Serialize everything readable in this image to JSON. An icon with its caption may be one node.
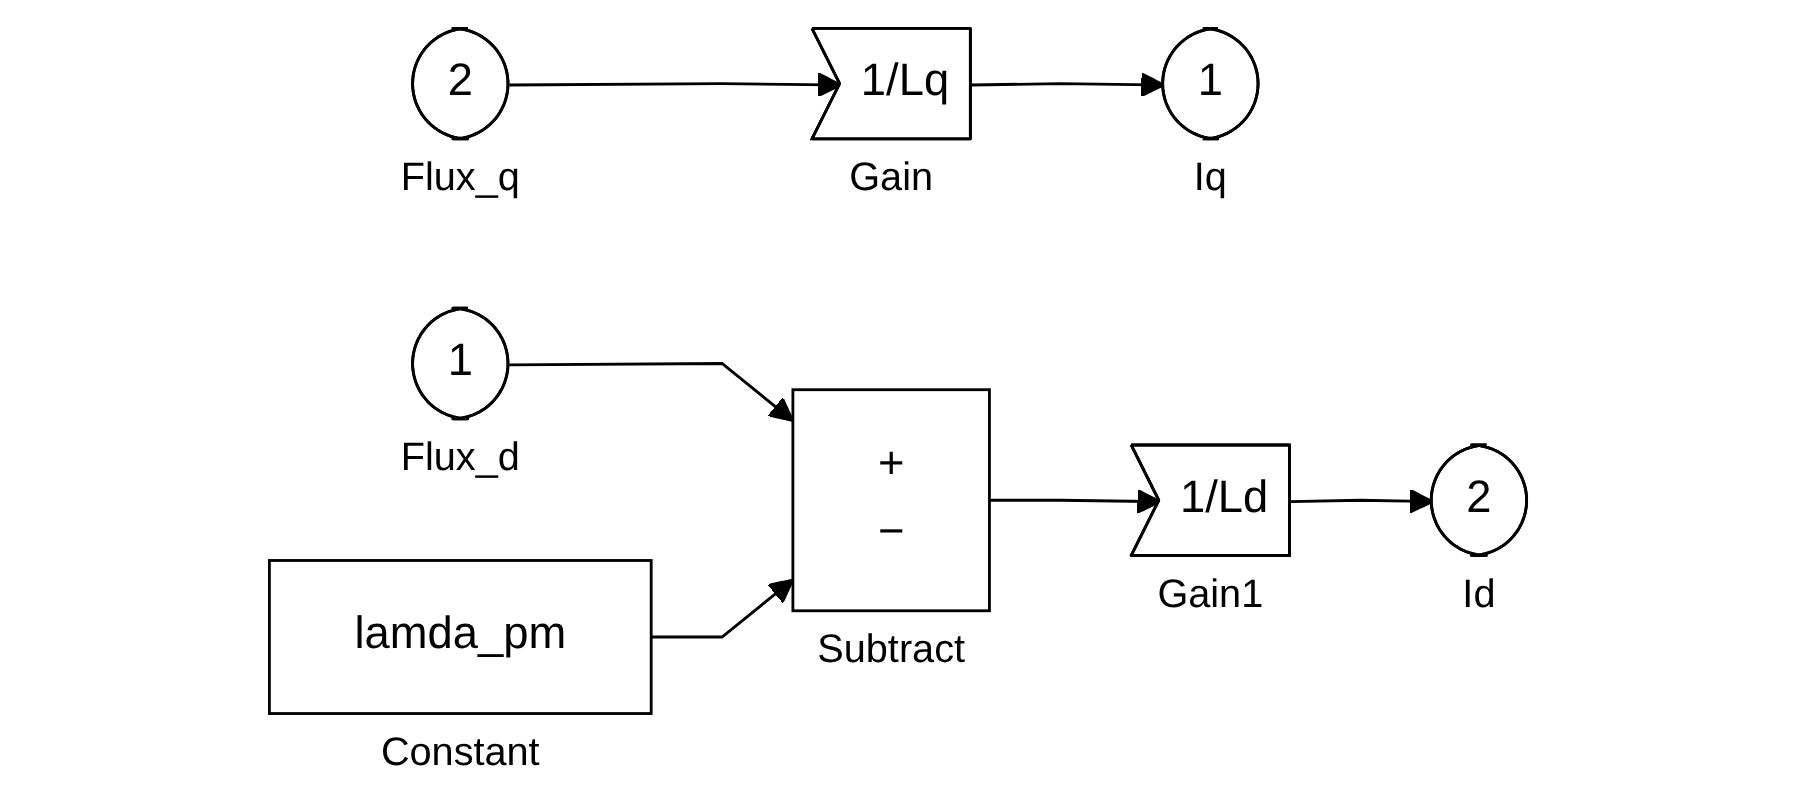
{
  "diagram": {
    "nodes": [
      {
        "text": [
          "2"
        ],
        "beside": [
          "Flux_q"
        ]
      },
      {
        "text": [
          "1/Lq"
        ],
        "beside": [
          "Gain"
        ]
      },
      {
        "text": [
          "1"
        ],
        "beside": [
          "Iq"
        ]
      },
      {
        "text": [
          "1"
        ],
        "beside": [
          "Flux_d"
        ]
      },
      {
        "text": [
          "lamda_pm"
        ],
        "beside": [
          "Constant"
        ]
      },
      {
        "text": [
          "+",
          "−"
        ],
        "beside": [
          "Subtract"
        ]
      },
      {
        "text": [
          "1/Ld"
        ],
        "beside": [
          "Gain1"
        ]
      },
      {
        "text": [
          "2"
        ],
        "beside": [
          "Id"
        ]
      }
    ],
    "edges": [
      {
        "from": 0,
        "to": 1,
        "arrow": "to"
      },
      {
        "from": 1,
        "to": 2,
        "arrow": "to"
      },
      {
        "from": 3,
        "to": 5,
        "arrow": "to"
      },
      {
        "from": 4,
        "to": 5,
        "arrow": "to"
      },
      {
        "from": 5,
        "to": 6,
        "arrow": "to"
      },
      {
        "from": 6,
        "to": 7,
        "arrow": "to"
      }
    ]
  }
}
